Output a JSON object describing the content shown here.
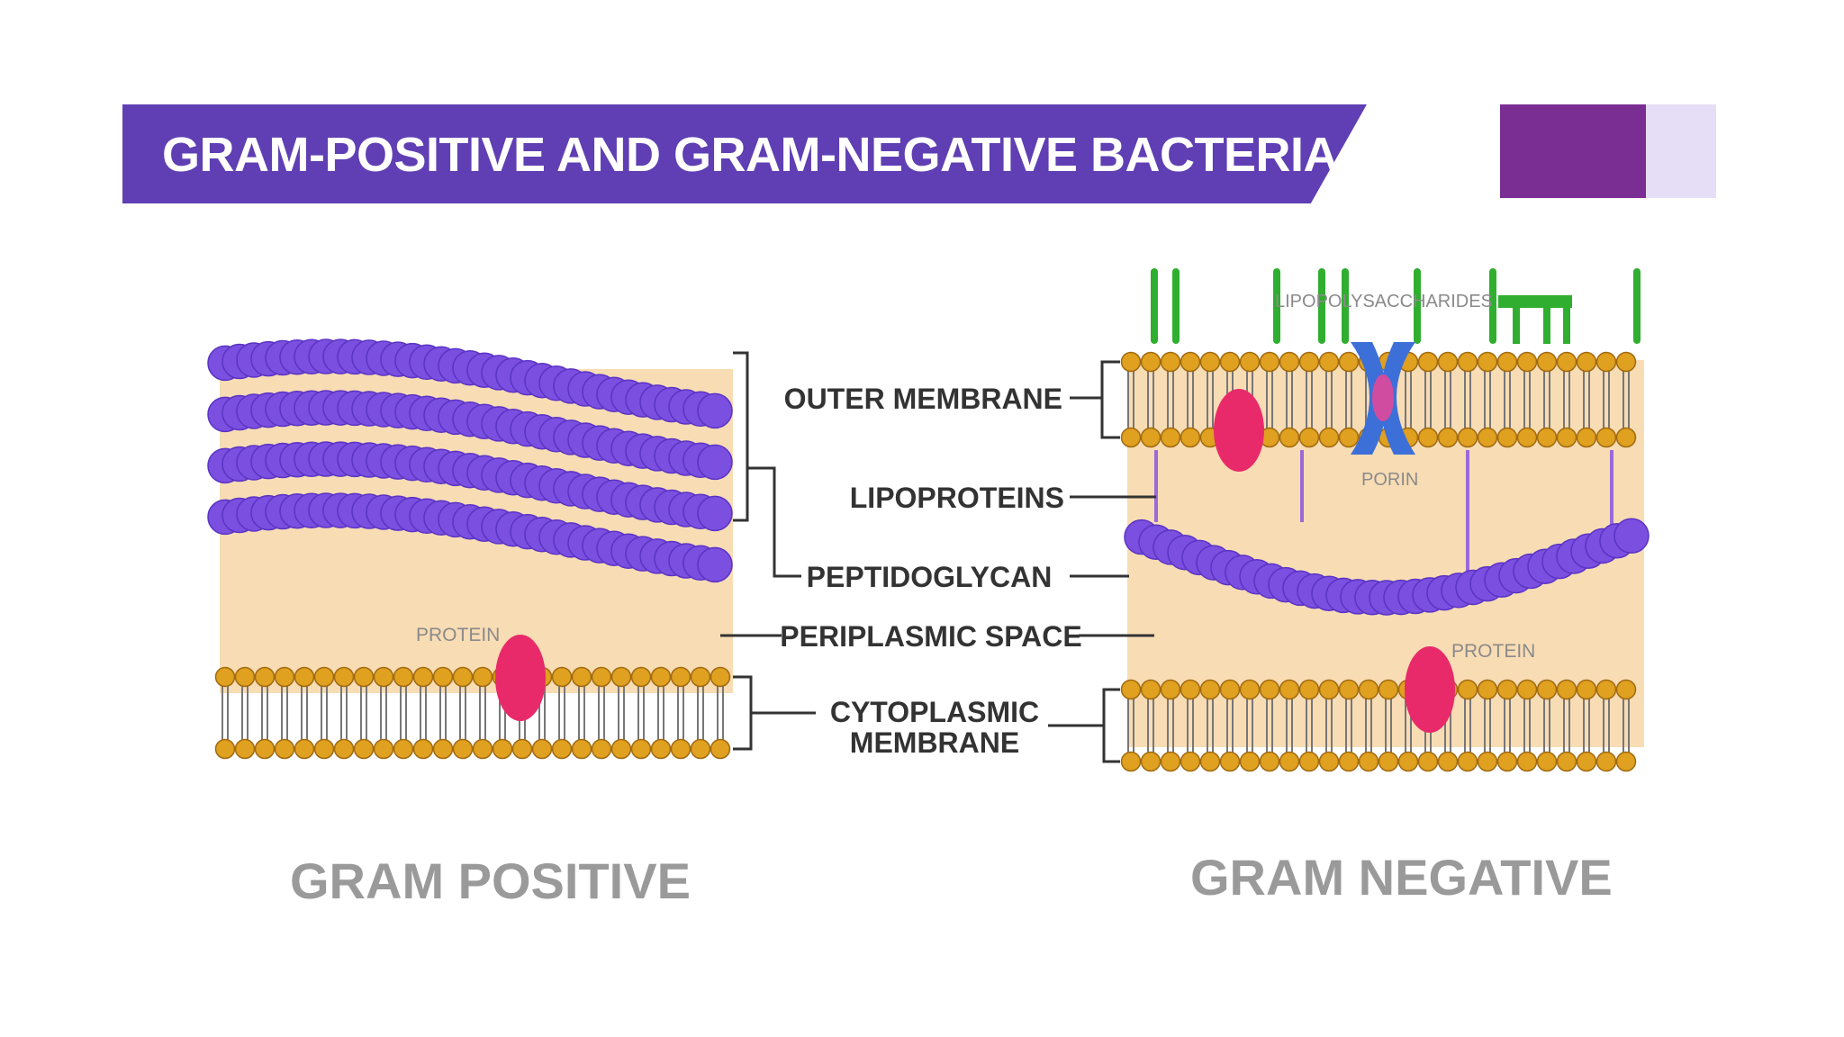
{
  "title": "GRAM-POSITIVE AND GRAM-NEGATIVE BACTERIA",
  "colors": {
    "banner": "#5f3fb3",
    "accent_dark": "#7a2e93",
    "accent_light": "#e6def6",
    "peptidoglycan": "#7b4fe0",
    "lipid_head": "#e0a020",
    "periplasm": "#f8dcb4",
    "protein": "#e82a6a",
    "porin": "#3d6fd8",
    "lps": "#2fae2f"
  },
  "labels": {
    "outer_membrane": "OUTER MEMBRANE",
    "lipoproteins": "LIPOPROTEINS",
    "peptidoglycan": "PEPTIDOGLYCAN",
    "periplasmic_space": "PERIPLASMIC SPACE",
    "cytoplasmic_line1": "CYTOPLASMIC",
    "cytoplasmic_line2": "MEMBRANE"
  },
  "gram_positive": {
    "title": "GRAM POSITIVE",
    "protein_label": "PROTEIN"
  },
  "gram_negative": {
    "title": "GRAM NEGATIVE",
    "lps_label": "LIPOPOLYSACCHARIDES",
    "porin_label": "PORIN",
    "protein_label": "PROTEIN"
  }
}
